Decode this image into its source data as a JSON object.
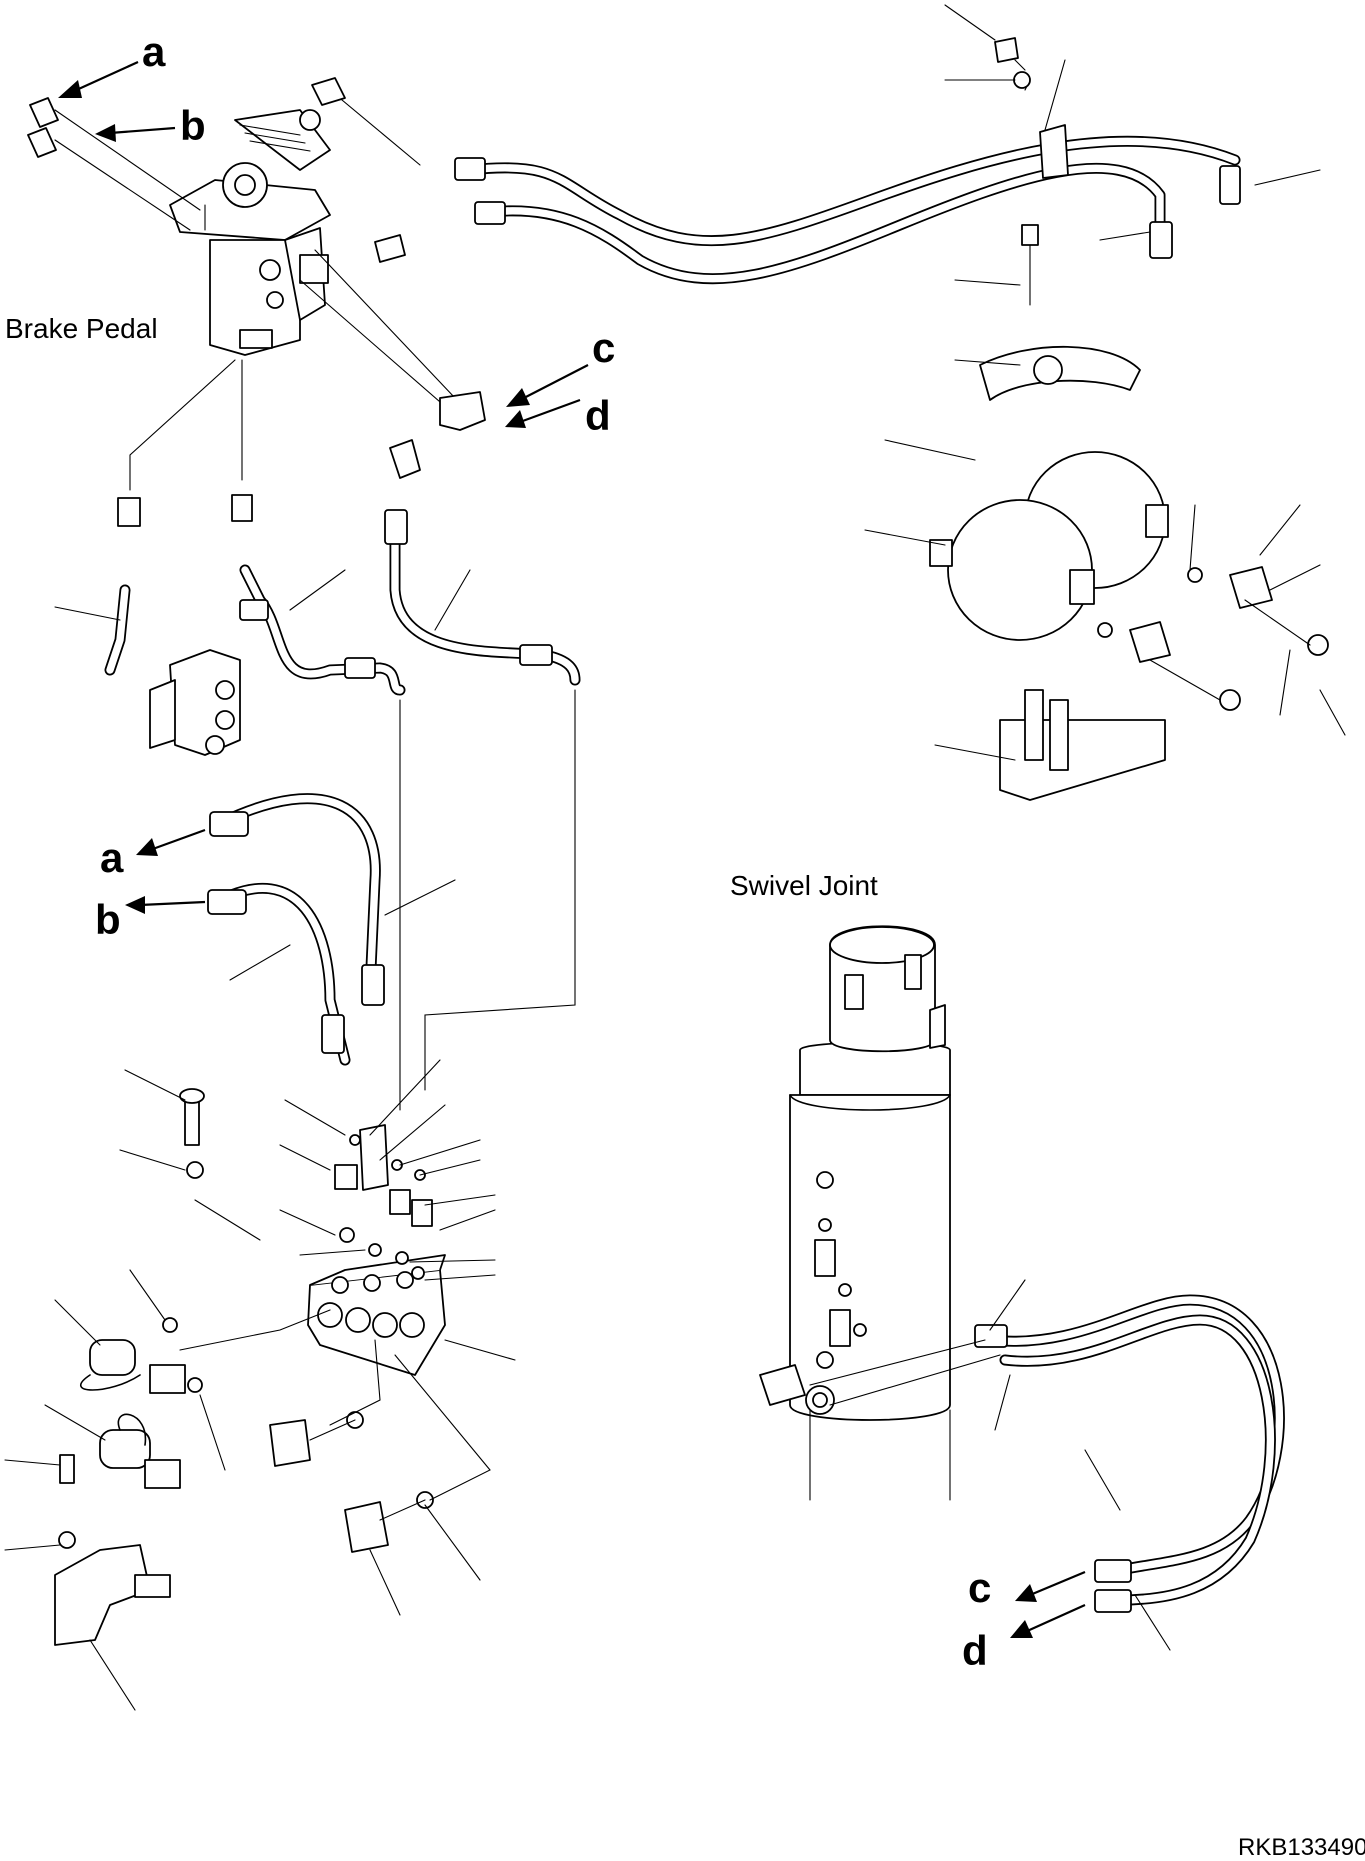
{
  "labels": {
    "brake_pedal": "Brake Pedal",
    "swivel_joint": "Swivel Joint",
    "drawing_code": "RKB133490"
  },
  "connection_markers": {
    "upper": [
      "a",
      "b",
      "c",
      "d"
    ],
    "hose_ends": [
      "a",
      "b"
    ],
    "swivel_hose_ends": [
      "c",
      "d"
    ]
  }
}
